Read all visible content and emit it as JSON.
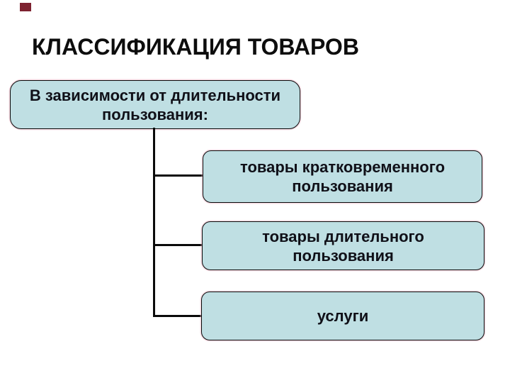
{
  "slide": {
    "title": "КЛАССИФИКАЦИЯ ТОВАРОВ",
    "header_box": {
      "line1": "В зависимости от длительности",
      "line2": "пользования:"
    },
    "items": [
      {
        "line1": "товары кратковременного",
        "line2": "пользования"
      },
      {
        "line1": "товары длительного",
        "line2": "пользования"
      },
      {
        "line1": "услуги"
      }
    ],
    "colors": {
      "background": "#ffffff",
      "box_fill": "#bfdfe3",
      "box_border": "#0a0a0a",
      "text": "#101018",
      "connector": "#0a0a0a",
      "accent_square": "#7d2230"
    }
  }
}
